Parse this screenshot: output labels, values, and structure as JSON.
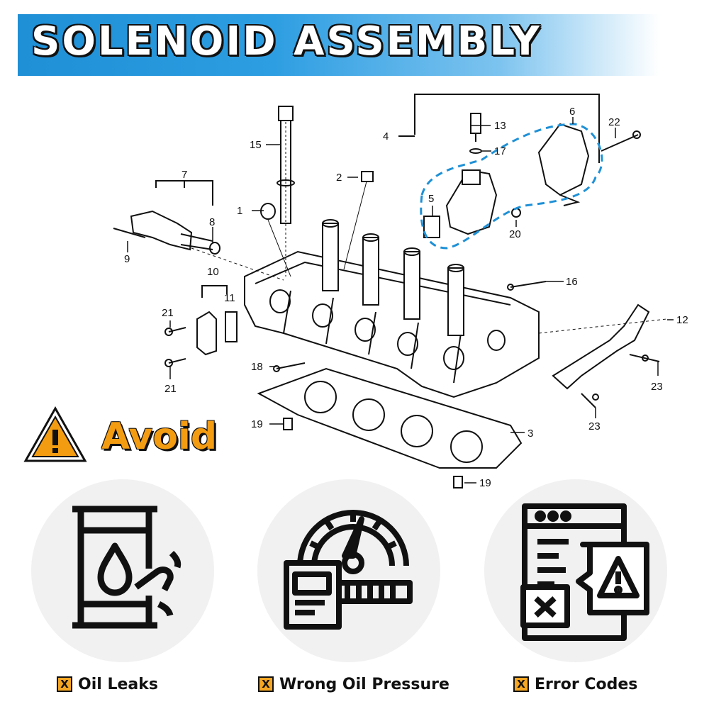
{
  "header": {
    "title": "SOLENOID ASSEMBLY"
  },
  "diagram": {
    "callouts": [
      "1",
      "2",
      "3",
      "4",
      "5",
      "6",
      "7",
      "8",
      "9",
      "10",
      "11",
      "12",
      "13",
      "15",
      "16",
      "17",
      "18",
      "19",
      "19",
      "20",
      "21",
      "21",
      "22",
      "23",
      "23"
    ]
  },
  "warning": {
    "label": "Avoid"
  },
  "issues": [
    {
      "mark": "X",
      "label": "Oil Leaks",
      "icon": "oil-barrel-leak-icon"
    },
    {
      "mark": "X",
      "label": "Wrong Oil Pressure",
      "icon": "pressure-gauge-icon"
    },
    {
      "mark": "X",
      "label": "Error Codes",
      "icon": "error-code-document-icon"
    }
  ],
  "colors": {
    "banner": "#1f8fd6",
    "accent": "#f39c12",
    "dashed_outline": "#1e90d6"
  }
}
